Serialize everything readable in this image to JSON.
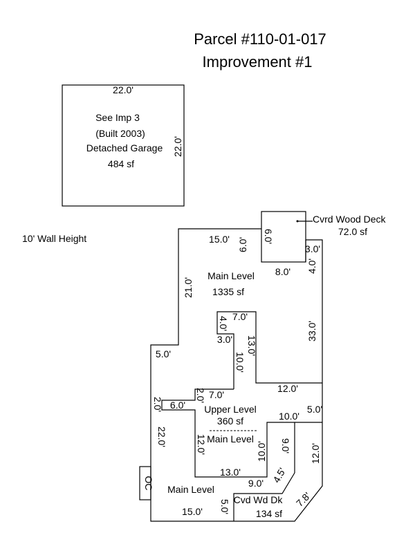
{
  "title": {
    "line1": "Parcel #110-01-017",
    "line2": "Improvement #1"
  },
  "garage": {
    "top_dim": "22.0'",
    "right_dim": "22.0'",
    "note": "See Imp 3",
    "built": "(Built 2003)",
    "name": "Detached Garage",
    "area": "484 sf"
  },
  "wall_height": "10' Wall Height",
  "deck_top": {
    "label": "Cvrd Wood Deck",
    "area": "72.0 sf",
    "dim_left": "6.0'",
    "dim_bottom": "8.0'"
  },
  "main": {
    "label": "Main Level",
    "area": "1335 sf",
    "dims": {
      "top": "15.0'",
      "top_right_vert": "6.0'",
      "step_right": "3.0'",
      "step_vert": "4.0'",
      "left_upper": "21.0'",
      "right": "33.0'",
      "notch_top": "7.0'",
      "notch_vert": "4.0'",
      "notch_step": "3.0'",
      "inner_vert1": "10.0'",
      "inner_vert2": "13.0'",
      "left_step": "5.0'",
      "right_step": "12.0'",
      "left_lower": "22.0'",
      "small_vert": "2.0'",
      "small_horiz": "6.0'",
      "upper_vert": "2.0'",
      "upper_top": "7.0'",
      "inner_left": "12.0'",
      "inner_right": "10.0'",
      "inner_bottom": "13.0'",
      "right_lower": "5.0'",
      "step_horiz": "10.0'",
      "bottom": "15.0'",
      "bottom_vert": "5.0'"
    }
  },
  "upper": {
    "label": "Upper Level",
    "area": "360 sf",
    "sub_label": "Main Level"
  },
  "lower_main": {
    "label": "Main Level"
  },
  "oc": {
    "label": "OC"
  },
  "deck_bottom": {
    "label": "Cvd Wd Dk",
    "area": "134 sf",
    "dims": {
      "inner_vert": "9.0'",
      "inner_horiz": "9.0'",
      "diag1": "4.5'",
      "diag2": "7.8'",
      "right": "12.0'"
    }
  }
}
